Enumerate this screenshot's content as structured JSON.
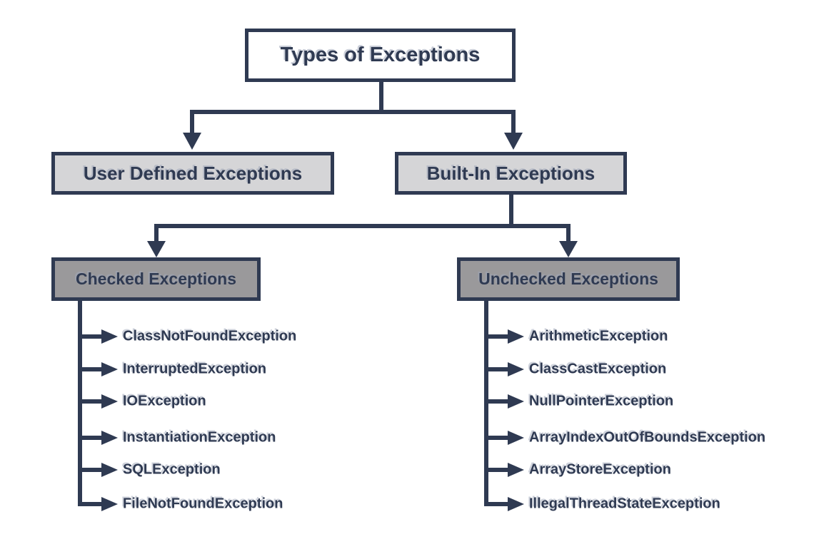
{
  "diagram": {
    "title": "Types of Exceptions",
    "level2": [
      {
        "label": "User Defined Exceptions"
      },
      {
        "label": "Built-In Exceptions"
      }
    ],
    "level3": [
      {
        "label": "Checked Exceptions",
        "items": [
          "ClassNotFoundException",
          "InterruptedException",
          "IOException",
          "InstantiationException",
          "SQLException",
          "FileNotFoundException"
        ]
      },
      {
        "label": "Unchecked Exceptions",
        "items": [
          "ArithmeticException",
          "ClassCastException",
          "NullPointerException",
          "ArrayIndexOutOfBoundsException",
          "ArrayStoreException",
          "IllegalThreadStateException"
        ]
      }
    ],
    "icons": {
      "drop_arrow": "arrow-down-icon",
      "branch_arrow": "arrow-right-icon"
    },
    "colors": {
      "line_and_text": "#2F3A52",
      "level2_fill": "#D5D5D7",
      "level3_fill": "#9A999B",
      "root_fill": "#FFFFFF",
      "background": "#FFFFFF"
    }
  }
}
